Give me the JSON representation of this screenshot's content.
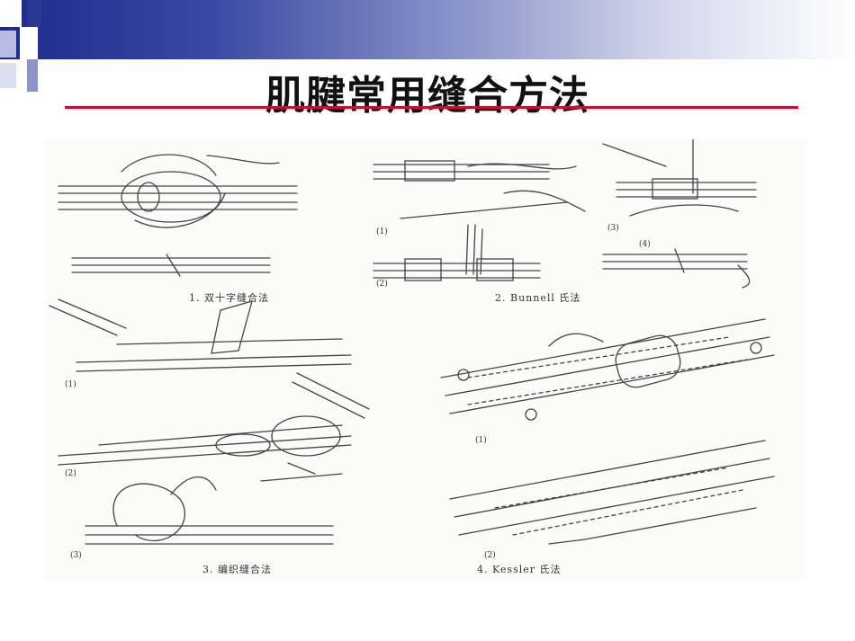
{
  "slide": {
    "title": "肌腱常用缝合方法"
  },
  "figure": {
    "captions": {
      "fig1": "1. 双十字缝合法",
      "fig2": "2. Bunnell 氏法",
      "fig3": "3. 编织缝合法",
      "fig4": "4. Kessler 氏法"
    },
    "sublabels": {
      "fig2_step1": "(1)",
      "fig2_step2": "(2)",
      "fig2_step3": "(3)",
      "fig2_step4": "(4)",
      "fig3_step1": "(1)",
      "fig3_step2": "(2)",
      "fig3_step3": "(3)",
      "fig4_step1": "(1)",
      "fig4_step2": "(2)"
    }
  },
  "colors": {
    "band_dark": "#1c2a8c",
    "title_rule": "#c8102e"
  }
}
